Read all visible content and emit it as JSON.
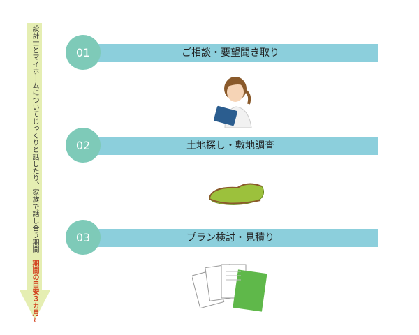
{
  "timeline": {
    "description": "設計士とマイホームについてじっくりと話したり、家族で話し合う期間",
    "duration": "期間の目安３カ月~"
  },
  "steps": [
    {
      "number": "01",
      "title": "ご相談・要望聞き取り"
    },
    {
      "number": "02",
      "title": "土地探し・敷地調査"
    },
    {
      "number": "03",
      "title": "プラン検討・見積り"
    }
  ]
}
